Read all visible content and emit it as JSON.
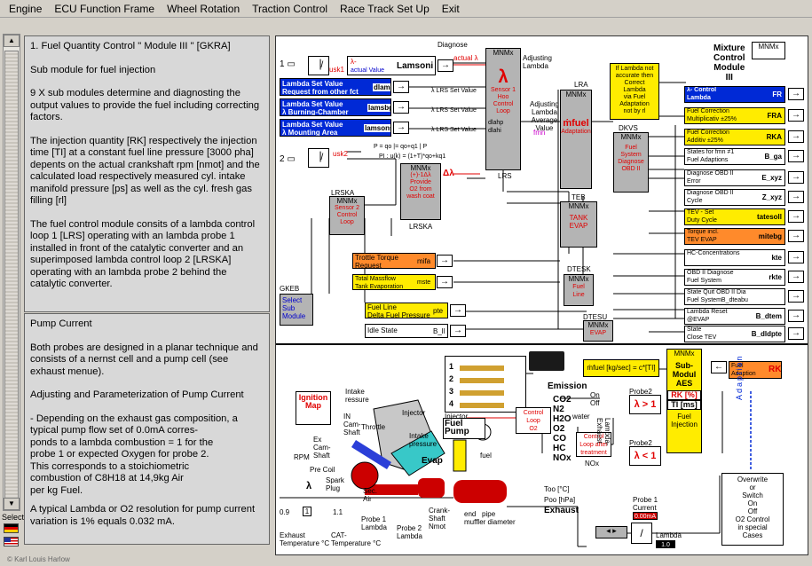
{
  "menu": [
    "Engine",
    "ECU Function Frame",
    "Wheel Rotation",
    "Traction Control",
    "Race Track Set Up",
    "Exit"
  ],
  "sidebar": {
    "select_label": "Select",
    "copyright": "© Karl Louis Harlow"
  },
  "panel_top": {
    "paragraphs": [
      "1. Fuel Quantity Control \" Module III \" [GKRA]",
      "Sub module for fuel injection",
      "9 X sub modules determine and diagnosting the output values to provide the fuel including correcting factors.",
      "The injection quantity [RK] respectively the injection time [TI] at a constant fuel line pressure [3000 pha] depents on the actual crankshaft rpm [nmot] and the calculated load respectively measured cyl. intake manifold pressure [ps] as well as the cyl. fresh gas filling [rl]",
      "The fuel control module consits of a lambda control loop 1 [LRS] operating with an lambda probe 1 installed in front of the catalytic converter and an superimposed lambda control loop 2 [LRSKA] operating with an lambda probe 2 behind the catalytic converter."
    ]
  },
  "panel_bottom": {
    "paragraphs": [
      "Pump Current",
      "Both probes are designed in a planar technique and consists of a nernst cell and a pump cell (see exhaust menue).",
      "Adjusting and Parameterization of Pump Current",
      "- Depending on the exhaust gas composition, a typical pump flow set of 0.0mA corres-\n  ponds to a lambda combustion = 1 for the\n  probe 1 or expected Oxygen for probe 2.\n  This corresponds to a stoichiometric\n  combustion of C8H18 at 14,9kg Air\n  per kg Fuel.",
      "A typical Lambda or O2 resolution for pump current variation is 1% equals 0.032 mA."
    ]
  },
  "diagram": {
    "colors": {
      "blue": "#0029d6",
      "yellow": "#ffec00",
      "orange": "#ff8a2b",
      "red": "#e00000",
      "gray": "#b4b4b4"
    },
    "title": [
      "Mixture",
      "Control",
      "Module",
      "III"
    ],
    "lamsoni": {
      "title": "λ-",
      "sub": "actual Value",
      "name": "Lamsoni",
      "usk": "usk1"
    },
    "usk2": "usk2",
    "diagnose": "Diagnose",
    "actual_lambda": "actual λ",
    "setvalues": [
      {
        "label": "Lambda Set Value\nRequest from other fct",
        "code": "dlam",
        "out": "λ LRS Set Value"
      },
      {
        "label": "Lambda Set Value\nλ Burning-Chamber",
        "code": "lamsbg",
        "out": "λ LRS Set Value"
      },
      {
        "label": "Lambda Set Value\nλ Mounting Area",
        "code": "lamsons",
        "out": "λ LRS Set Value"
      }
    ],
    "lrs": {
      "mnmx": "MNMx",
      "symbol": "λ",
      "text": "Sensor 1\nHoo\nControl\nLoop",
      "in1": "dlahp",
      "in2": "dlahi",
      "name": "LRS"
    },
    "adjusting_lambda": "Adjusting\nLambda",
    "adjusting_avg": "Adjusting\nLambda\nAverage\nValue",
    "fmn": "fmn",
    "lra": {
      "name": "LRA",
      "mnmx": "MNMx",
      "sym": "ṁfuel",
      "text": "Adaptation"
    },
    "yellow_note": "If Lambda not\naccurate then\nCorrect\nLambda\nvia Fuel\nAdaptation\nnot by rl",
    "dkvs": {
      "name": "DKVS",
      "mnmx": "MNMx",
      "text": "Fuel\nSystem\nDiagnose\nOBD II"
    },
    "teb": {
      "name": "TEB",
      "mnmx": "MNMx",
      "text": "TANK\nEVAP"
    },
    "dtesk": {
      "name": "DTESK",
      "mnmx": "MNMx",
      "text": "Fuel\nLine"
    },
    "dtesu": {
      "name": "DTESU",
      "mnmx": "MNMx",
      "text": "EVAP"
    },
    "lrska": {
      "name": "LRSKA",
      "mnmx": "MNMx",
      "text": "Sensor 2\nControl\nLoop"
    },
    "lrska2": {
      "name": "LRSKA",
      "mnmx": "MNMx",
      "text": "(+)-1Δλ\nProvide\nO2 from\nwash coat",
      "delta": "Δλ"
    },
    "formula1": "P = qo   |=  qo+q1 | P",
    "formula2": "PI : u(k) = (1+T)*qo+kq1",
    "gkeb": {
      "name": "GKEB",
      "text": "Select\nSub\nModule"
    },
    "mid_inputs": [
      {
        "label": "Trottle Torque\nRequest",
        "code": "mifa",
        "cls": "orange"
      },
      {
        "label": "Total Massflow\nTank Evaporation",
        "code": "mste",
        "cls": "yellow"
      },
      {
        "label": "Fuel Line\nDelta Fuel Pressure",
        "code": "pte",
        "cls": "yellow"
      },
      {
        "label": "Idle State",
        "code": "B_ll",
        "cls": "white"
      }
    ],
    "mnmx_top": "MNMx",
    "outputs": [
      {
        "label": "λ- Control\nLambda",
        "code": "FR",
        "cls": "blue"
      },
      {
        "label": "Fuel Correction\nMultiplicativ ±25%",
        "code": "FRA",
        "cls": "yellow"
      },
      {
        "label": "Fuel Correction\nAdditiv ±25%",
        "code": "RKA",
        "cls": "yellow"
      },
      {
        "label": "States for fmn ≠1\nFuel Adaptions",
        "code": "B_ga",
        "cls": "white"
      },
      {
        "label": "Diagnose OBD II\nError",
        "code": "E_xyz",
        "cls": "white"
      },
      {
        "label": "Diagnose OBD II\nCycle",
        "code": "Z_xyz",
        "cls": "white"
      },
      {
        "label": "TEV - Set\nDuty Cycle",
        "code": "tatesoll",
        "cls": "yellow"
      },
      {
        "label": "Torque incl.\nTEV EVAP",
        "code": "mitebg",
        "cls": "orange"
      },
      {
        "label": "HC-Concentrations",
        "code": "kte",
        "cls": "white"
      },
      {
        "label": "OBD II Diagnose\nFuel System",
        "code": "rkte",
        "cls": "white"
      },
      {
        "label": "State Quit OBD II Dia\nFuel SystemB_dteabu",
        "code": "",
        "cls": "white"
      },
      {
        "label": "Lambda Reset\n@EVAP",
        "code": "B_dtem",
        "cls": "white"
      },
      {
        "label": "State\nClose TEV",
        "code": "B_dldpte",
        "cls": "white"
      }
    ],
    "bottom": {
      "ignition_map": "Ignition\nMap",
      "rpm": "RPM",
      "intake_pressure": "Intake\nressure",
      "in_cam_shaft": "IN\nCam-\nShaft",
      "throttle": "Throttle",
      "injector1": "Injector",
      "injector2": "Injector",
      "ex_cam_shaft": "Ex\nCam-\nShaft",
      "pre_coil": "Pre Coil",
      "spark_plug": "Spark\nPlug",
      "intake_pressure2": "Intake\npressure",
      "fuel_pump": "Fuel\nPump",
      "evap": "Evap",
      "fuel": "fuel",
      "sec_air": "Sec.\nAir",
      "lambda": "λ",
      "lambda_vals": [
        "0.9",
        "1",
        "1.1"
      ],
      "probe1_lambda": "Probe 1\nLambda",
      "probe2_lambda": "Probe 2\nLambda",
      "crank_shaft": "Crank-\nShaft\nNmot",
      "muffler": "end   pipe\nmuffler diameter",
      "exh_temp": "Exhaust\nTemperature °C",
      "cat_temp": "CAT-\nTemperature °C",
      "injector_rows": [
        "1",
        "2",
        "3",
        "4"
      ],
      "emission": "Emission",
      "mfuel_eq": "ṁfuel [kg/sec] = c*[TI]",
      "control_loop": "Control\nLoop\nO2",
      "water": "water",
      "on_off": "On\nOff",
      "gases": [
        "CO2",
        "N2",
        "H2O",
        "O2",
        "CO",
        "HC",
        "NOx"
      ],
      "control_loop_after": "Control\nLoop after\ntreatment",
      "hc": "HC",
      "nox": "NOx",
      "lambda_exh": "Lambda-\nExhaust",
      "probe2_a": "Probe2",
      "probe2_b": "Probe2",
      "lambda_gt": "λ > 1",
      "lambda_lt": "λ < 1",
      "too": "Too [°C]",
      "poo": "Poo [hPa]",
      "exhaust": "Exhaust",
      "probe1_current": "Probe 1\nCurrent",
      "current_val": "0.00mA",
      "lambda_disp": "Lambda",
      "lambda_val": "1.0",
      "aes": {
        "mnmx": "MNMx",
        "text": "Sub-\nModul\nAES",
        "rk": "RK [%]",
        "ti": "TI [ms]",
        "fi": "Fuel\nInjection"
      },
      "fuel_adaption": "Fuel\nAdaption",
      "rk": "RK",
      "adaption_vert": "Adaption",
      "override": "Overwrite\nor\nSwitch\nOn\nOff\nO2 Control\nin special\nCases"
    }
  }
}
